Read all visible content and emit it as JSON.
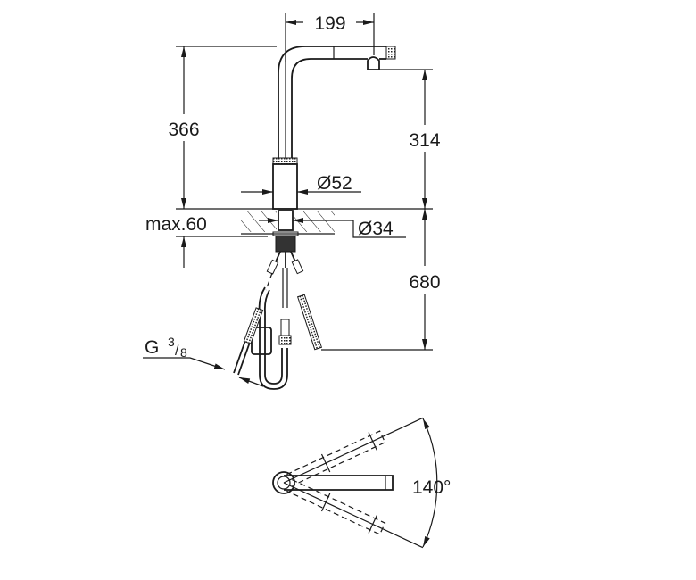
{
  "drawing": {
    "title": "Faucet dimension drawing",
    "dimensions": {
      "spout_reach": "199",
      "total_height": "366",
      "outlet_height": "314",
      "base_diameter": "Ø52",
      "mount_hole": "Ø34",
      "max_thickness": "max.60",
      "hose_length": "680",
      "connection_thread_main": "G",
      "connection_thread_num": "3",
      "connection_thread_den": "8",
      "swivel_angle": "140°"
    }
  }
}
